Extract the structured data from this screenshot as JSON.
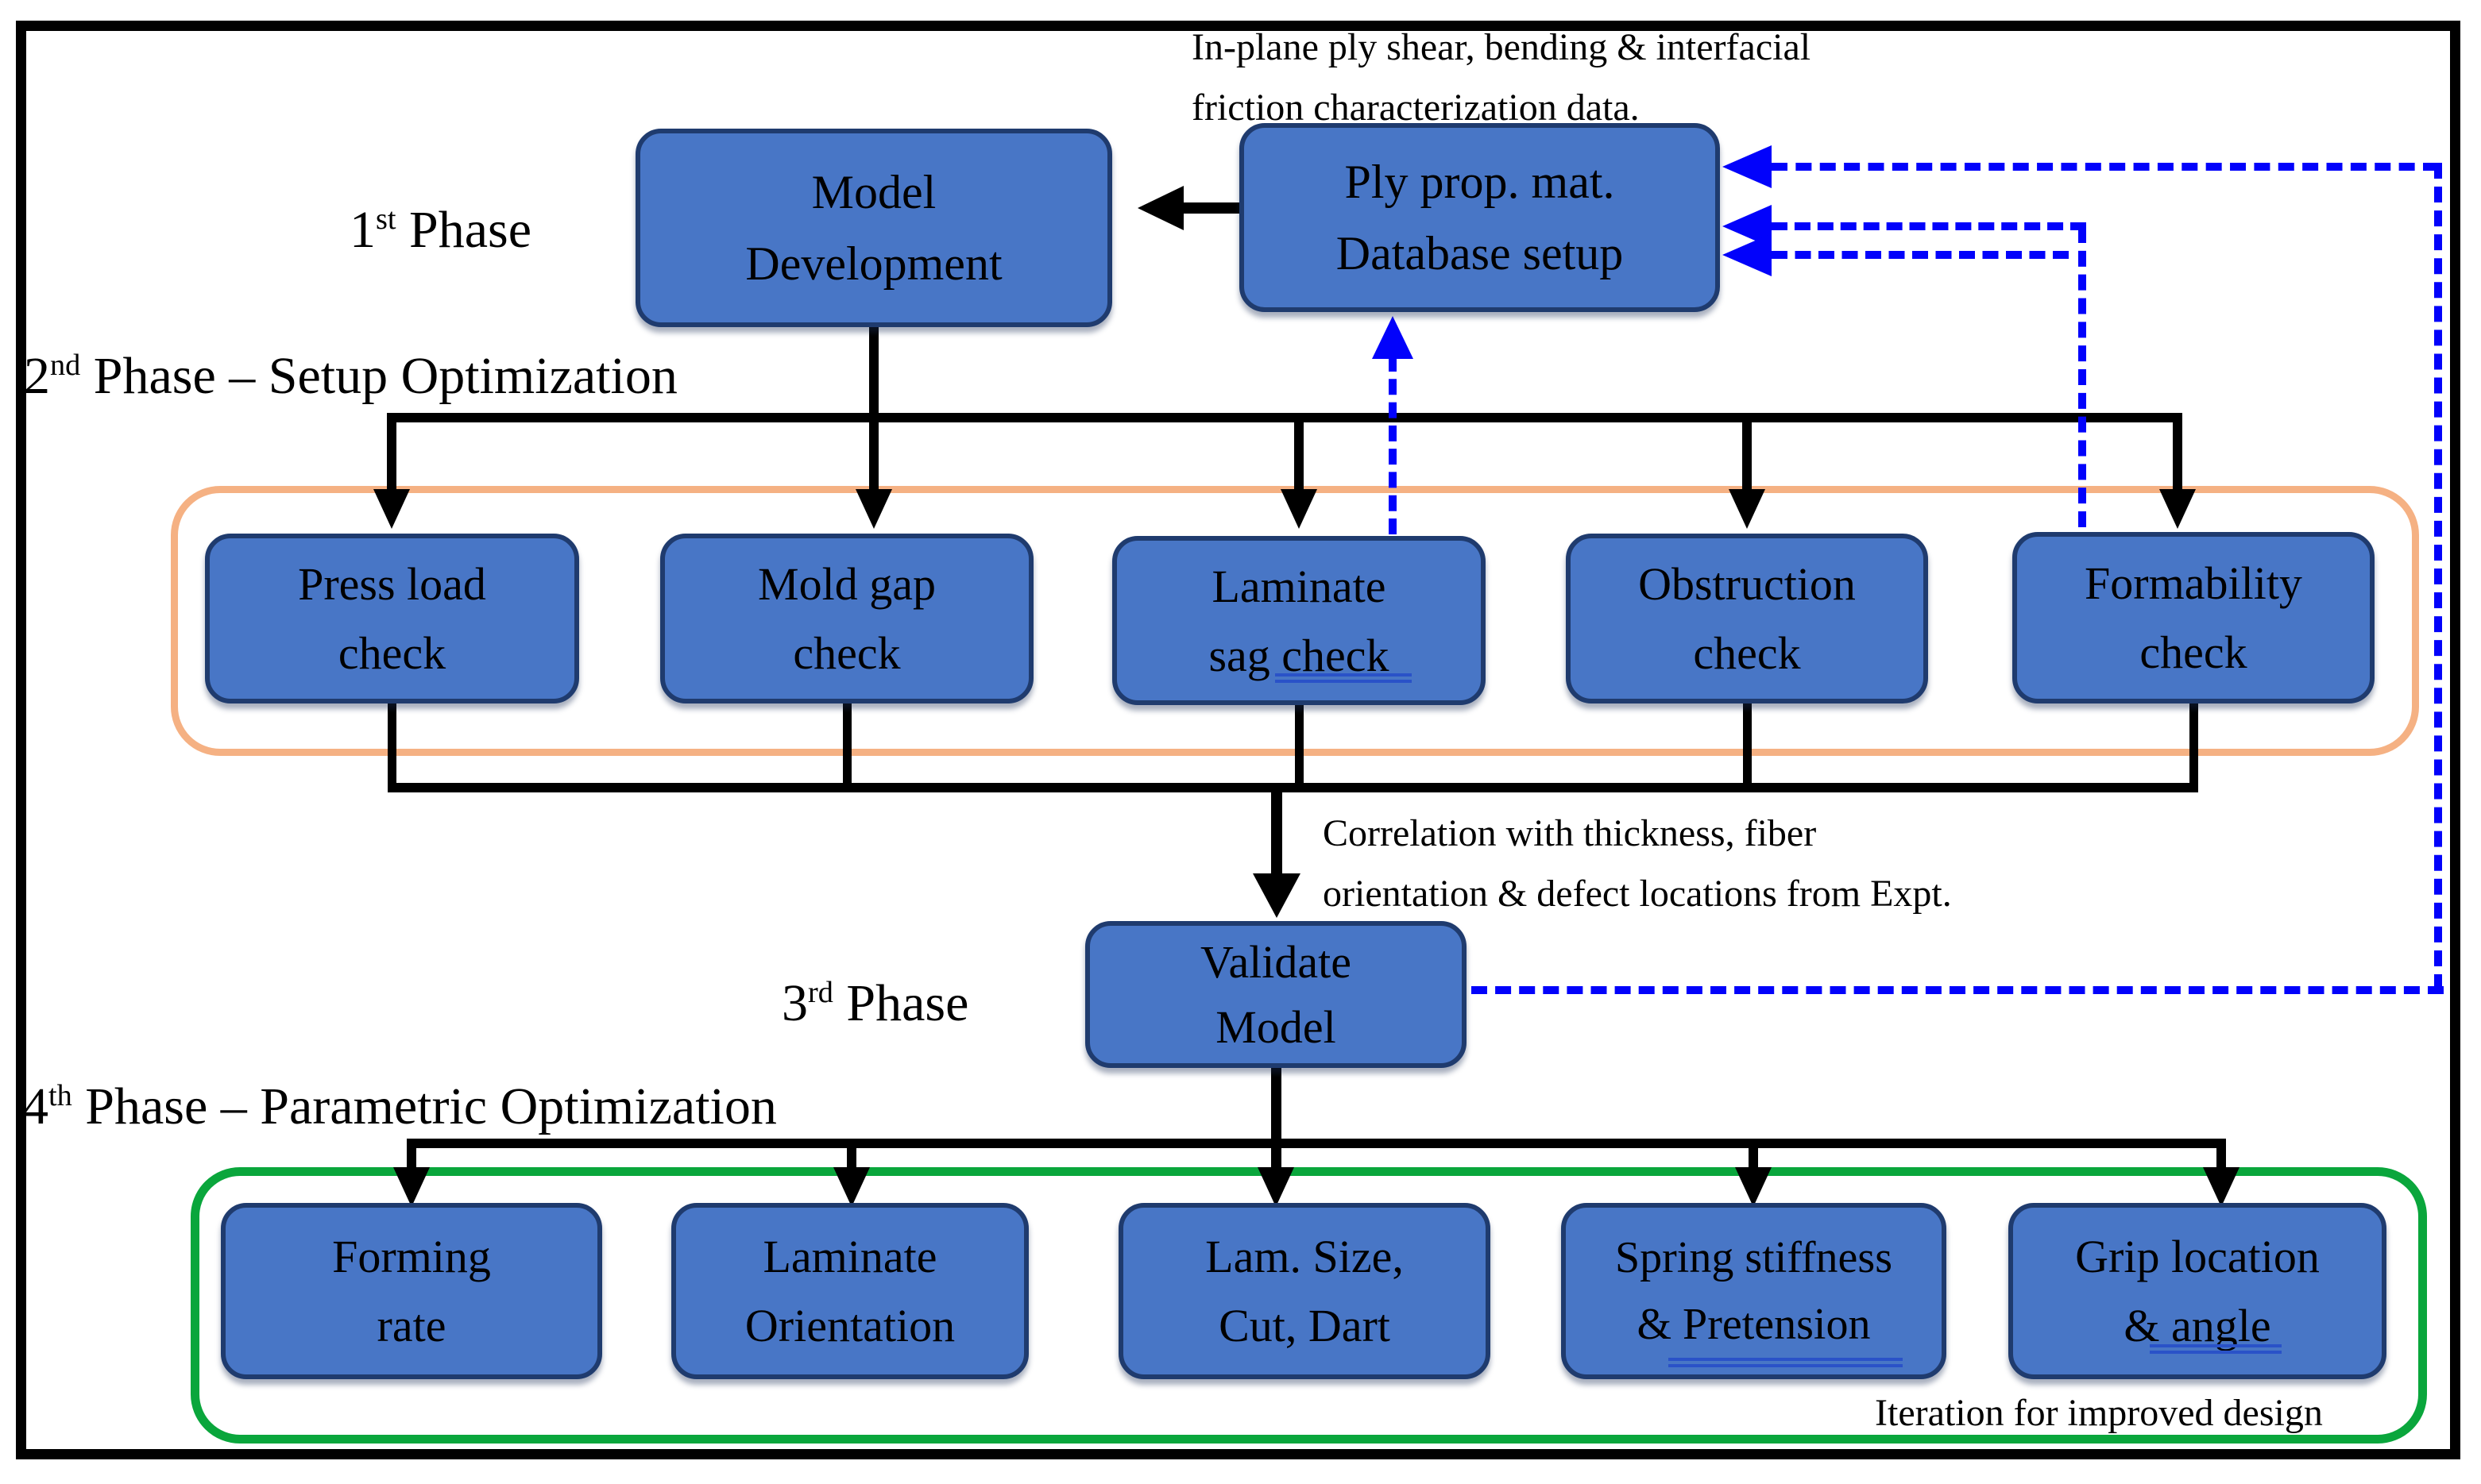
{
  "diagram": {
    "annotations": {
      "top": "In-plane ply shear, bending & interfacial\nfriction characterization data.",
      "correlation": "Correlation with thickness, fiber\norientation & defect locations from Expt.",
      "iteration": "Iteration for improved design"
    },
    "phases": {
      "phase1": {
        "num": "1",
        "sup": "st",
        "rest": " Phase"
      },
      "phase2": {
        "num": "2",
        "sup": "nd",
        "rest": " Phase – Setup Optimization"
      },
      "phase3": {
        "num": "3",
        "sup": "rd",
        "rest": " Phase"
      },
      "phase4": {
        "num": "4",
        "sup": "th",
        "rest": " Phase – Parametric Optimization"
      }
    },
    "boxes": {
      "model_development": "Model\nDevelopment",
      "ply_prop": "Ply prop. mat.\nDatabase setup",
      "press_load": "Press load\ncheck",
      "mold_gap": "Mold gap\ncheck",
      "laminate_sag": "Laminate\nsag check",
      "obstruction": "Obstruction\ncheck",
      "formability": "Formability\ncheck",
      "validate_model": "Validate\nModel",
      "forming_rate": "Forming\nrate",
      "laminate_orientation": "Laminate\nOrientation",
      "lam_size_cut_dart": "Lam. Size,\nCut, Dart",
      "spring_stiffness": "Spring stiffness\n& Pretension",
      "grip_location": "Grip location\n& angle"
    },
    "colors": {
      "box_fill": "#4876C6",
      "box_border": "#1F3B6E",
      "feedback_blue": "#0202FB",
      "phase2_group_orange": "#F5B183",
      "phase4_group_green": "#0AA63C",
      "connector_black": "#000000",
      "background": "#FFFFFF"
    }
  }
}
